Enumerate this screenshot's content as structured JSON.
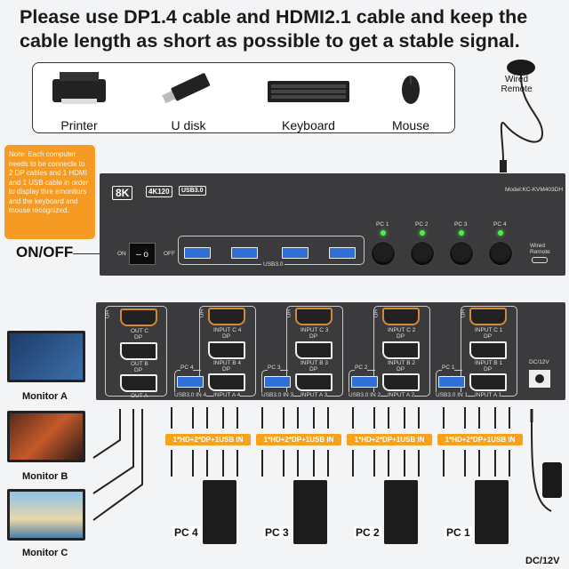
{
  "headline": "Please use DP1.4 cable and HDMI2.1 cable and keep the cable length as short as possible to get a stable signal.",
  "peripherals": [
    {
      "label": "Printer",
      "icon": "printer-icon"
    },
    {
      "label": "U disk",
      "icon": "usb-drive-icon"
    },
    {
      "label": "Keyboard",
      "icon": "keyboard-icon"
    },
    {
      "label": "Mouse",
      "icon": "mouse-icon"
    }
  ],
  "wired_remote": "Wired Remote",
  "note": "Note: Each computer needs to be connecte to 2 DP cables and 1 HDMI and 1 USB cable in order to display thre emonitors and the keyboard and mouse recognized.",
  "onoff": "ON/OFF",
  "front": {
    "badges": [
      "8K",
      "4K120",
      "USB3.0"
    ],
    "model": "Model:KC-KVM403DH",
    "on": "ON",
    "off": "OFF",
    "switch": "– o",
    "usb_group": "USB3.0",
    "pcs": [
      "PC 1",
      "PC 2",
      "PC 3",
      "PC 4"
    ],
    "remote_port": "Wired Remote"
  },
  "back": {
    "out": {
      "hd": "HD",
      "c": "OUT C",
      "dp1": "DP",
      "b": "OUT B",
      "dp2": "DP",
      "a": "OUT A"
    },
    "inputs": [
      {
        "pc": "PC 4",
        "c": "INPUT C 4",
        "b": "INPUT B 4",
        "a": "INPUT A 4",
        "usb": "USB3.0 IN 4",
        "dp": "DP",
        "hd": "HD"
      },
      {
        "pc": "PC 3",
        "c": "INPUT C 3",
        "b": "INPUT B 3",
        "a": "INPUT A 3",
        "usb": "USB3.0 IN 3",
        "dp": "DP",
        "hd": "HD"
      },
      {
        "pc": "PC 2",
        "c": "INPUT C 2",
        "b": "INPUT B 2",
        "a": "INPUT A 2",
        "usb": "USB3.0 IN 2",
        "dp": "DP",
        "hd": "HD"
      },
      {
        "pc": "PC 1",
        "c": "INPUT C 1",
        "b": "INPUT B 1",
        "a": "INPUT A 1",
        "usb": "USB3.0 IN 1",
        "dp": "DP",
        "hd": "HD"
      }
    ],
    "dc": "DC/12V"
  },
  "monitors": [
    "Monitor A",
    "Monitor B",
    "Monitor C"
  ],
  "cable_labels": [
    "1*HD+2*DP+1USB IN",
    "1*HD+2*DP+1USB IN",
    "1*HD+2*DP+1USB IN",
    "1*HD+2*DP+1USB IN"
  ],
  "pcs": [
    "PC 4",
    "PC 3",
    "PC 2",
    "PC 1"
  ],
  "power": "DC/12V",
  "colors": {
    "accent": "#f59a23",
    "panel": "#3b3b3d",
    "hdmi": "#d4883a",
    "usb": "#2f6fd6",
    "led": "#4ef04a"
  }
}
